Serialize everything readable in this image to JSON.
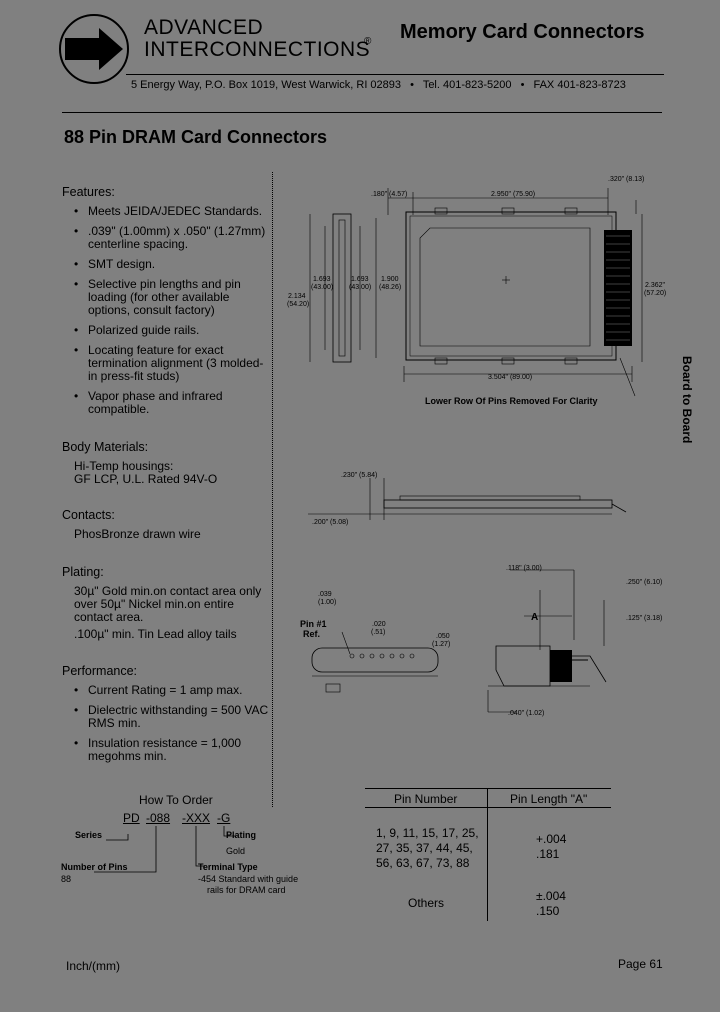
{
  "header": {
    "company_line1": "ADVANCED",
    "company_line2": "INTERCONNECTIONS",
    "registered": "®",
    "title": "Memory Card Connectors",
    "address": "5 Energy Way, P.O. Box 1019, West Warwick, RI 02893",
    "tel": "Tel. 401-823-5200",
    "fax": "FAX 401-823-8723"
  },
  "page_title": "88 Pin DRAM Card Connectors",
  "features": {
    "heading": "Features:",
    "items": [
      "Meets JEIDA/JEDEC Standards.",
      ".039\" (1.00mm) x .050\" (1.27mm) centerline spacing.",
      "SMT design.",
      "Selective pin lengths and pin loading (for other available options, consult factory)",
      "Polarized guide rails.",
      "Locating feature for exact termination alignment (3 molded-in press-fit studs)",
      "Vapor phase and infrared compatible."
    ]
  },
  "body_materials": {
    "heading": "Body Materials:",
    "line1": "Hi-Temp housings:",
    "line2": "GF LCP, U.L. Rated 94V-O"
  },
  "contacts": {
    "heading": "Contacts:",
    "text": "PhosBronze drawn wire"
  },
  "plating": {
    "heading": "Plating:",
    "p1": "30µ\" Gold min.on contact area only over 50µ\" Nickel min.on entire contact area.",
    "p2": ".100µ\" min. Tin Lead alloy tails"
  },
  "performance": {
    "heading": "Performance:",
    "items": [
      "Current Rating = 1 amp max.",
      "Dielectric withstanding = 500 VAC RMS min.",
      "Insulation resistance = 1,000 megohms min."
    ]
  },
  "order": {
    "heading": "How To Order",
    "code1": "PD",
    "code2": "-088",
    "code3": "-XXX",
    "code4": "-G",
    "series_label": "Series",
    "plating_label": "Plating",
    "plating_value": "Gold",
    "pins_label": "Number of Pins",
    "pins_value": "88",
    "terminal_label": "Terminal Type",
    "terminal_line1": "-454 Standard with guide",
    "terminal_line2": "rails for DRAM card"
  },
  "pin_table": {
    "col1": "Pin Number",
    "col2": "Pin Length \"A\"",
    "row1_pins": [
      "1, 9, 11, 15, 17, 25,",
      "27, 35, 37, 44, 45,",
      "56, 63, 67, 73, 88"
    ],
    "row1_len": [
      "+.004",
      ".181"
    ],
    "row2_pins": "Others",
    "row2_len": [
      "±.004",
      ".150"
    ]
  },
  "drawing": {
    "note": "Lower Row Of Pins Removed For Clarity",
    "side_label": "Board to Board",
    "dims_top": {
      "d1": ".180\" (4.57)",
      "d2": "2.950\" (75.90)",
      "d3": ".320\" (8.13)"
    },
    "dims_left": {
      "h1": "2.134",
      "h1mm": "(54.20)",
      "h2": "1.693",
      "h2mm": "(43.00)",
      "h3": "1.693",
      "h3mm": "(43.00)",
      "h4": "1.900",
      "h4mm": "(48.26)"
    },
    "dim_right": "2.362\"",
    "dim_right_mm": "(57.20)",
    "dim_bottom": "3.504\" (89.00)",
    "side_dim1": ".230\" (5.84)",
    "side_dim2": ".200\" (5.08)",
    "pin1_label": "Pin #1",
    "ref_label": "Ref.",
    "d_039": ".039",
    "d_039mm": "(1.00)",
    "d_020": ".020",
    "d_020mm": "(.51)",
    "d_050": ".050",
    "d_050mm": "(1.27)",
    "d_118": ".118\" (3.00)",
    "d_250": ".250\" (6.10)",
    "d_125": ".125\" (3.18)",
    "a_label": "A",
    "d_040": ".040\" (1.02)"
  },
  "footer": {
    "units": "Inch/(mm)",
    "page": "Page 61"
  }
}
